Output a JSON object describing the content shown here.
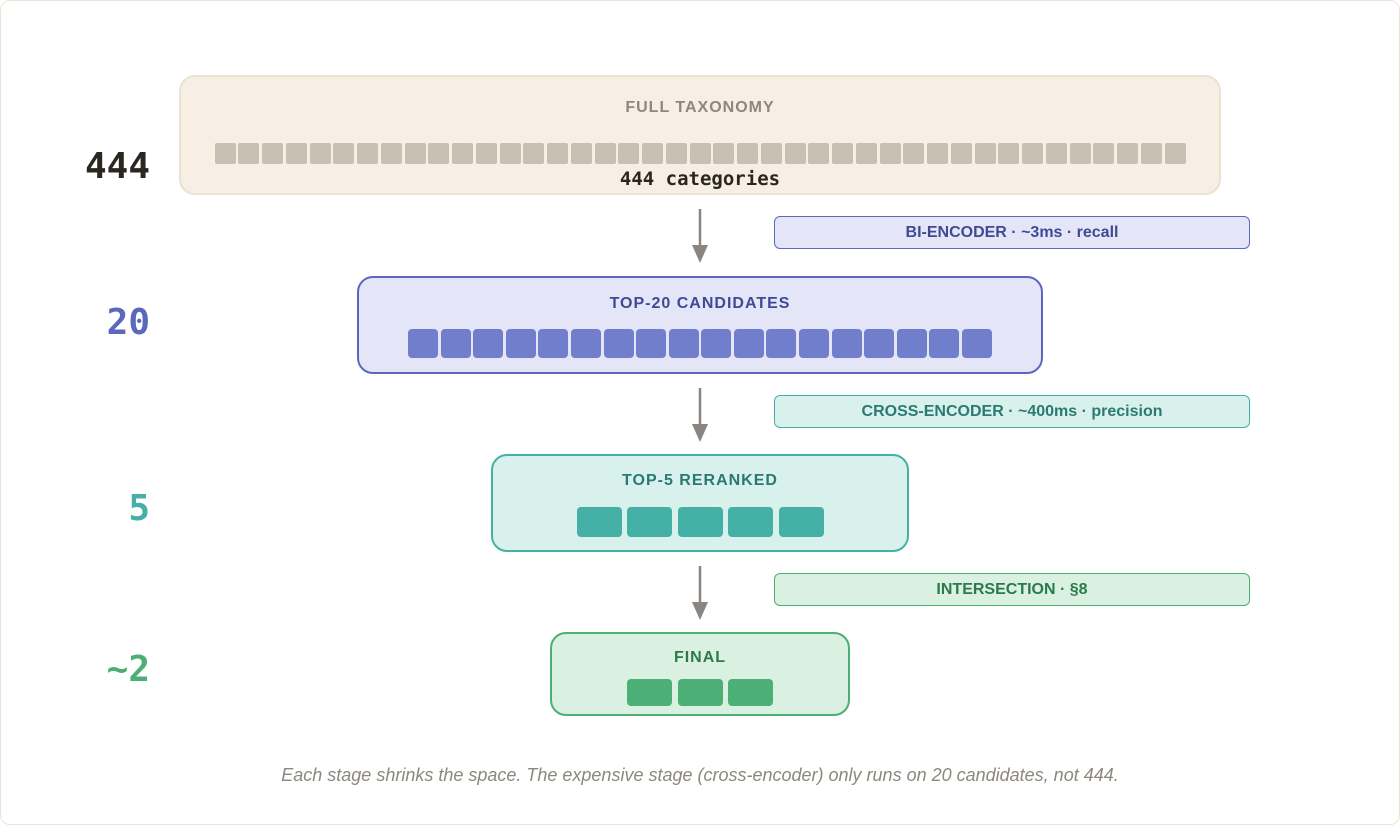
{
  "stages": [
    {
      "count": "444",
      "title": "FULL TAXONOMY",
      "subtitle": "444 categories",
      "cells": 41,
      "color": "#c9c0b4",
      "count_color": "#2a2620",
      "title_color": "#8c877f",
      "bg": "#f7efe4",
      "border": "#ece2d4"
    },
    {
      "count": "20",
      "title": "TOP-20 CANDIDATES",
      "cells": 18,
      "color": "#717ecc",
      "count_color": "#5b68bb",
      "title_color": "#3f4a95",
      "bg": "#e4e6f8",
      "border": "#5b68bb"
    },
    {
      "count": "5",
      "title": "TOP-5 RERANKED",
      "cells": 5,
      "color": "#45b1a6",
      "count_color": "#45b1a6",
      "title_color": "#2b7a72",
      "bg": "#d8f1ec",
      "border": "#45b1a6"
    },
    {
      "count": "~2",
      "title": "FINAL",
      "cells": 3,
      "color": "#4caf76",
      "count_color": "#4caf76",
      "title_color": "#2c7a4c",
      "bg": "#daf0e1",
      "border": "#4caf76"
    }
  ],
  "tags": [
    {
      "label": "BI-ENCODER · ~3ms · recall",
      "bg": "#e4e6f8",
      "border": "#5b68bb",
      "color": "#3f4a95"
    },
    {
      "label": "CROSS-ENCODER · ~400ms · precision",
      "bg": "#d8f1ec",
      "border": "#45b1a6",
      "color": "#2b7a72"
    },
    {
      "label": "INTERSECTION · §8",
      "bg": "#daf0e1",
      "border": "#4caf76",
      "color": "#2c7a4c"
    }
  ],
  "caption": "Each stage shrinks the space. The expensive stage (cross-encoder) only runs on 20 candidates, not 444."
}
